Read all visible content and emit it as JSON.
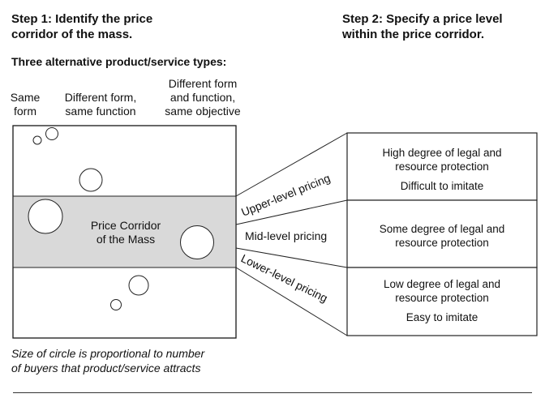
{
  "step1": {
    "line1": "Step 1: Identify the price",
    "line2": "corridor of the mass."
  },
  "step2": {
    "line1": "Step 2: Specify a price level",
    "line2": "within the price corridor."
  },
  "types_heading": "Three alternative product/service types:",
  "columns": {
    "same_form": {
      "line1": "Same",
      "line2": "form"
    },
    "diff_form": {
      "line1": "Different form,",
      "line2": "same function"
    },
    "diff_all": {
      "line1": "Different form",
      "line2": "and function,",
      "line3": "same objective"
    }
  },
  "corridor": {
    "line1": "Price Corridor",
    "line2": "of the Mass"
  },
  "pricing": {
    "upper": "Upper-level pricing",
    "mid": "Mid-level pricing",
    "lower": "Lower-level pricing"
  },
  "boxes": {
    "high": {
      "line1": "High degree of legal and",
      "line2": "resource protection",
      "line3": "Difficult to imitate"
    },
    "some": {
      "line1": "Some degree of legal and",
      "line2": "resource protection"
    },
    "low": {
      "line1": "Low degree of legal and",
      "line2": "resource protection",
      "line3": "Easy to imitate"
    }
  },
  "note": {
    "line1": "Size of circle is proportional to number",
    "line2": "of buyers that product/service attracts"
  },
  "colors": {
    "corridor_fill": "#d9d9d9",
    "stroke": "#222222"
  }
}
